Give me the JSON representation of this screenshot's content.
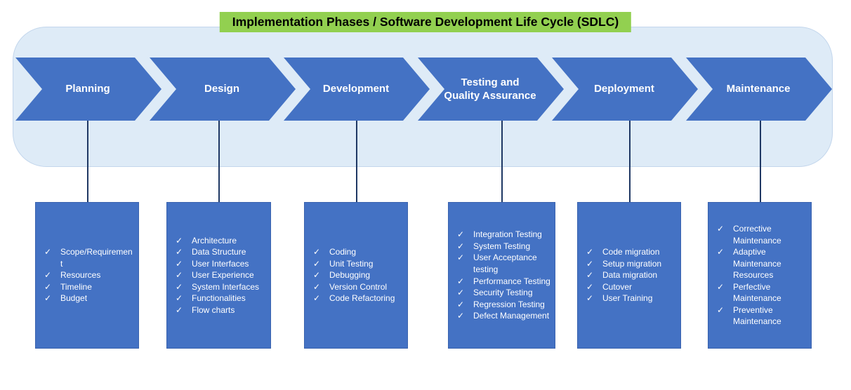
{
  "title": "Implementation Phases / Software Development Life Cycle (SDLC)",
  "check_glyph": "✓",
  "colors": {
    "title_bg": "#92D050",
    "title_text": "#000000",
    "container_bg": "#DEEBF7",
    "shape_blue": "#4472C4",
    "shape_text": "#FFFFFF",
    "connector": "#1F3864"
  },
  "phases": [
    {
      "label": "Planning",
      "items": [
        "Scope/Requirement",
        "Resources",
        "Timeline",
        "Budget"
      ]
    },
    {
      "label": "Design",
      "items": [
        "Architecture",
        "Data Structure",
        "User Interfaces",
        "User Experience",
        "System Interfaces",
        "Functionalities",
        "Flow charts"
      ]
    },
    {
      "label": "Development",
      "items": [
        "Coding",
        "Unit Testing",
        "Debugging",
        "Version Control",
        "Code Refactoring"
      ]
    },
    {
      "label": "Testing and Quality Assurance",
      "items": [
        "Integration Testing",
        "System Testing",
        "User Acceptance testing",
        "Performance Testing",
        "Security Testing",
        "Regression Testing",
        "Defect Management"
      ]
    },
    {
      "label": "Deployment",
      "items": [
        "Code migration",
        "Setup migration",
        "Data migration",
        "Cutover",
        "User Training"
      ]
    },
    {
      "label": "Maintenance",
      "items": [
        "Corrective Maintenance",
        "Adaptive Maintenance Resources",
        "Perfective Maintenance",
        "Preventive Maintenance"
      ]
    }
  ]
}
